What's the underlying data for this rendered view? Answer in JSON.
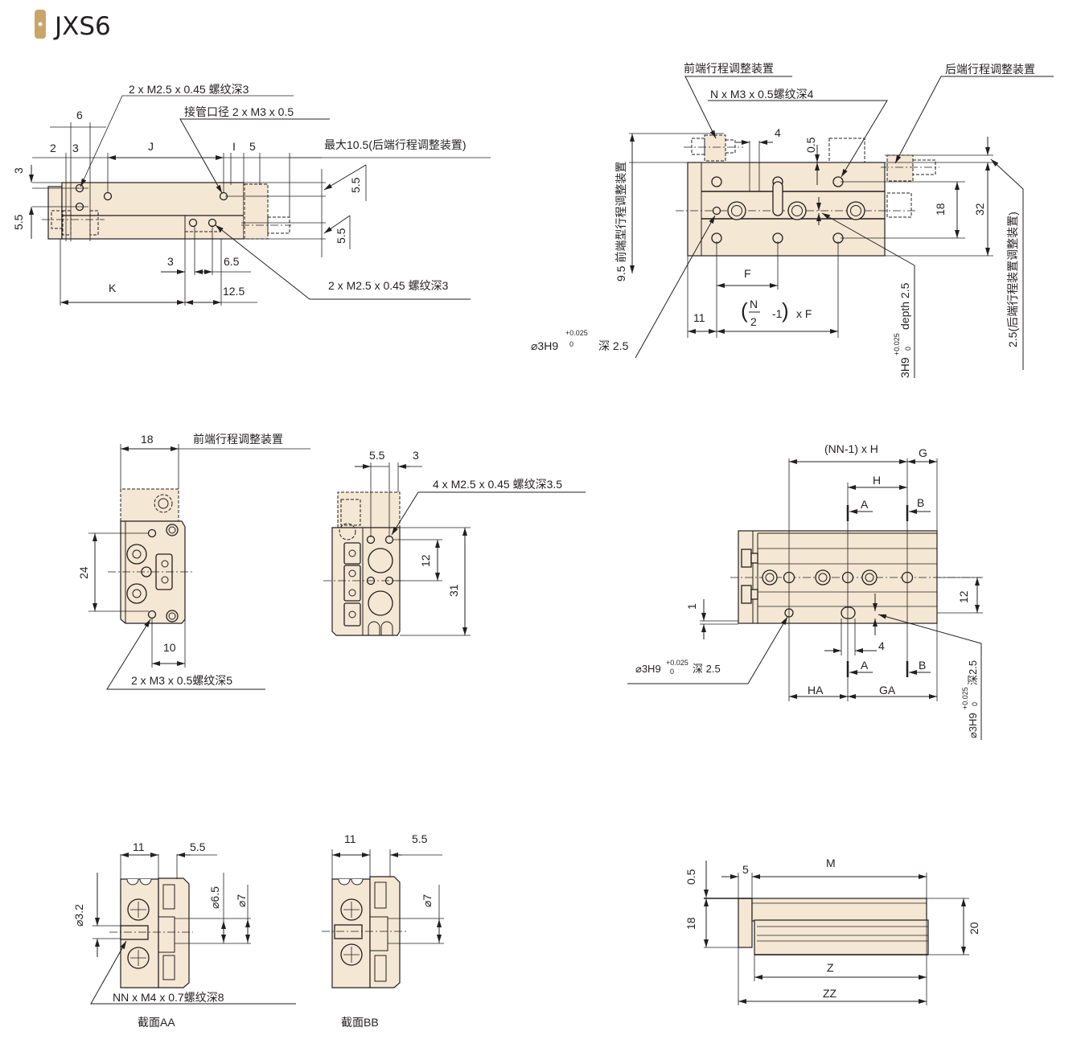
{
  "title": "JXS6",
  "colors": {
    "badge": "#c9a56a",
    "body_fill": "#f4e7d3",
    "line": "#231f20"
  },
  "side_view": {
    "callout_top": "2 x M2.5 x 0.45  螺纹深3",
    "port": "接管口径 2 x M3 x 0.5",
    "max_note": "最大10.5(后端行程调整装置)",
    "callout_bottom": "2 x M2.5 x 0.45 螺纹深3",
    "dims": {
      "d6": "6",
      "d2": "2",
      "d3": "3",
      "J": "J",
      "I": "I",
      "d5": "5",
      "v3": "3",
      "v55": "5.5",
      "r55a": "5.5",
      "r55b": "5.5",
      "b3": "3",
      "b65": "6.5",
      "K": "K",
      "b125": "12.5"
    }
  },
  "top_view": {
    "front_adjuster": "前端行程调整装置",
    "thread": "N x M3 x 0.5螺纹深4",
    "rear_adjuster": "后端行程调整装置",
    "front_type": "9.5  前端型行程调整装置",
    "rear_note": "2.5(后端行程装置调整装置)",
    "pin_hole": {
      "prefix": "⌀3H9",
      "tol_up": "+0.025",
      "tol_low": "0",
      "suffix": "深 2.5"
    },
    "slot": {
      "prefix": "3H9",
      "tol_up": "+0.025",
      "tol_low": "0",
      "suffix": "depth 2.5"
    },
    "dims": {
      "d4": "4",
      "d05": "0.5",
      "d18": "18",
      "d32": "32",
      "F": "F",
      "d11": "11",
      "formula_n": "N",
      "formula_d": "2",
      "formula_rest": "-1",
      "formula_xf": "x F"
    }
  },
  "end_view_front": {
    "d18": "18",
    "front_adjuster": "前端行程调整装置",
    "d24": "24",
    "d10": "10",
    "thread": "2 x M3 x 0.5螺纹深5"
  },
  "end_view_rear": {
    "d55": "5.5",
    "d3": "3",
    "thread": "4 x M2.5 x 0.45 螺纹深3.5",
    "d12": "12",
    "d31": "31"
  },
  "bottom_view": {
    "nnh": "(NN-1) x H",
    "G": "G",
    "H": "H",
    "A1": "A",
    "B1": "B",
    "d1": "1",
    "d12": "12",
    "d4": "4",
    "A2": "A",
    "B2": "B",
    "pin_hole": {
      "prefix": "⌀3H9",
      "tol_up": "+0.025",
      "tol_low": "0",
      "suffix": "深 2.5"
    },
    "HA": "HA",
    "GA": "GA",
    "slot": {
      "prefix": "⌀3H9",
      "tol_up": "+0.025",
      "tol_low": "0",
      "suffix": "深2.5"
    }
  },
  "section_aa": {
    "d11": "11",
    "d55": "5.5",
    "d32": "⌀3.2",
    "d65": "⌀6.5",
    "d7": "⌀7",
    "thread": "NN x M4 x 0.7螺纹深8",
    "label": "截面AA"
  },
  "section_bb": {
    "d11": "11",
    "d55": "5.5",
    "d7": "⌀7",
    "label": "截面BB"
  },
  "front_view": {
    "d05": "0.5",
    "d5": "5",
    "M": "M",
    "d18": "18",
    "d20": "20",
    "Z": "Z",
    "ZZ": "ZZ"
  }
}
